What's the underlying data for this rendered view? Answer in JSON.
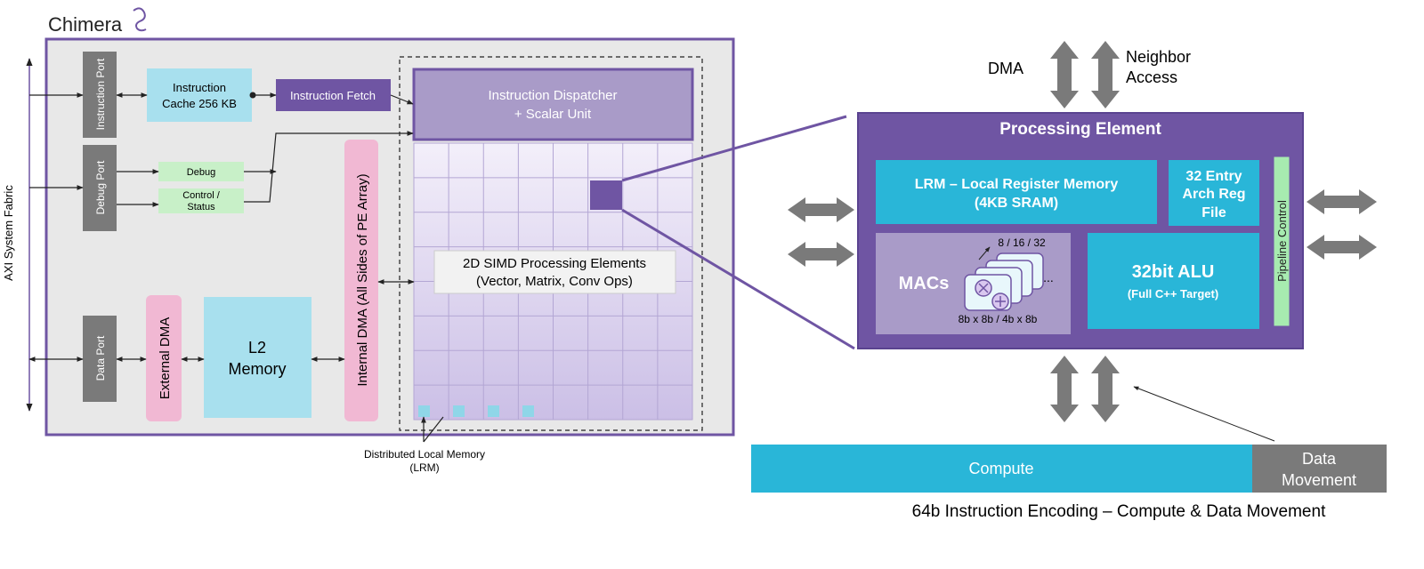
{
  "brand": {
    "name": "Chimera"
  },
  "left": {
    "axi_label": "AXI System Fabric",
    "ports": {
      "instruction": "Instruction Port",
      "debug": "Debug Port",
      "data": "Data Port"
    },
    "icache": {
      "line1": "Instruction",
      "line2": "Cache 256 KB"
    },
    "fetch": "Instruction Fetch",
    "debug": "Debug",
    "control": {
      "line1": "Control /",
      "line2": "Status"
    },
    "dispatcher": {
      "line1": "Instruction Dispatcher",
      "line2": "+ Scalar Unit"
    },
    "internal_dma": "Internal  DMA (All Sides of PE Array)",
    "external_dma": "External  DMA",
    "l2": {
      "line1": "L2",
      "line2": "Memory"
    },
    "simd": {
      "line1": "2D SIMD Processing Elements",
      "line2": "(Vector, Matrix, Conv Ops)"
    },
    "dlm": {
      "line1": "Distributed Local Memory",
      "line2": "(LRM)"
    }
  },
  "right": {
    "dma": "DMA",
    "neighbor": {
      "line1": "Neighbor",
      "line2": "Access"
    },
    "pe_title": "Processing Element",
    "lrm": {
      "line1": "LRM – Local Register Memory",
      "line2": "(4KB SRAM)"
    },
    "archreg": {
      "line1": "32 Entry",
      "line2": "Arch Reg",
      "line3": "File"
    },
    "pipeline": "Pipeline Control",
    "macs": "MACs",
    "mac_widths": "8 / 16 / 32",
    "mac_precision": "8b x 8b / 4b x 8b",
    "mac_ellipsis": "...",
    "alu": {
      "line1": "32bit ALU",
      "line2": "(Full C++ Target)"
    },
    "compute": "Compute",
    "data_movement": {
      "line1": "Data",
      "line2": "Movement"
    },
    "encoding": "64b Instruction Encoding – Compute & Data Movement"
  },
  "colors": {
    "purple_dark": "#6f55a3",
    "purple_mid": "#a99bc8",
    "cyan": "#29b6d8",
    "light_blue": "#a8e0ee",
    "pink": "#f1b8d3",
    "green": "#c8f0c8",
    "grey": "#7a7a7a",
    "frame_bg": "#e8e8e8"
  }
}
